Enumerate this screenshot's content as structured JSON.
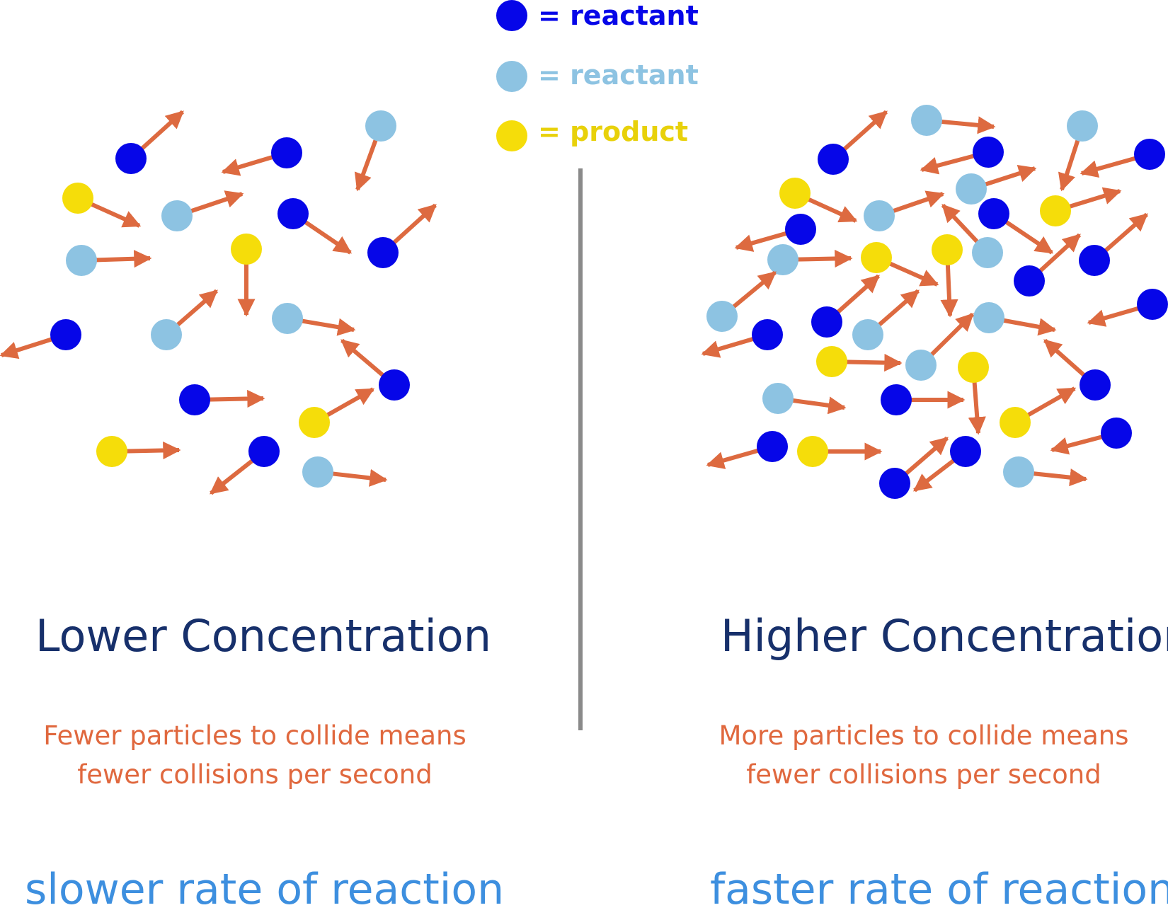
{
  "legend": [
    {
      "label": "= reactant",
      "color": "#0606e8"
    },
    {
      "label": "= reactant",
      "color": "#8dc3e2"
    },
    {
      "label": "= product",
      "color": "#f5dd0a"
    }
  ],
  "colors": {
    "dark_reactant": "#0606e8",
    "light_reactant": "#8dc3e2",
    "product": "#f5dd0a",
    "arrow": "#dd6a40",
    "divider": "#8a8a8a"
  },
  "left_panel": {
    "title": "Lower Concentration",
    "description_line1": "Fewer particles to collide means",
    "description_line2": "fewer collisions per second",
    "rate": "slower rate of reaction"
  },
  "right_panel": {
    "title": "Higher Concentration",
    "description_line1": "More particles to collide means",
    "description_line2": "fewer collisions per second",
    "rate": "faster rate of reaction"
  }
}
